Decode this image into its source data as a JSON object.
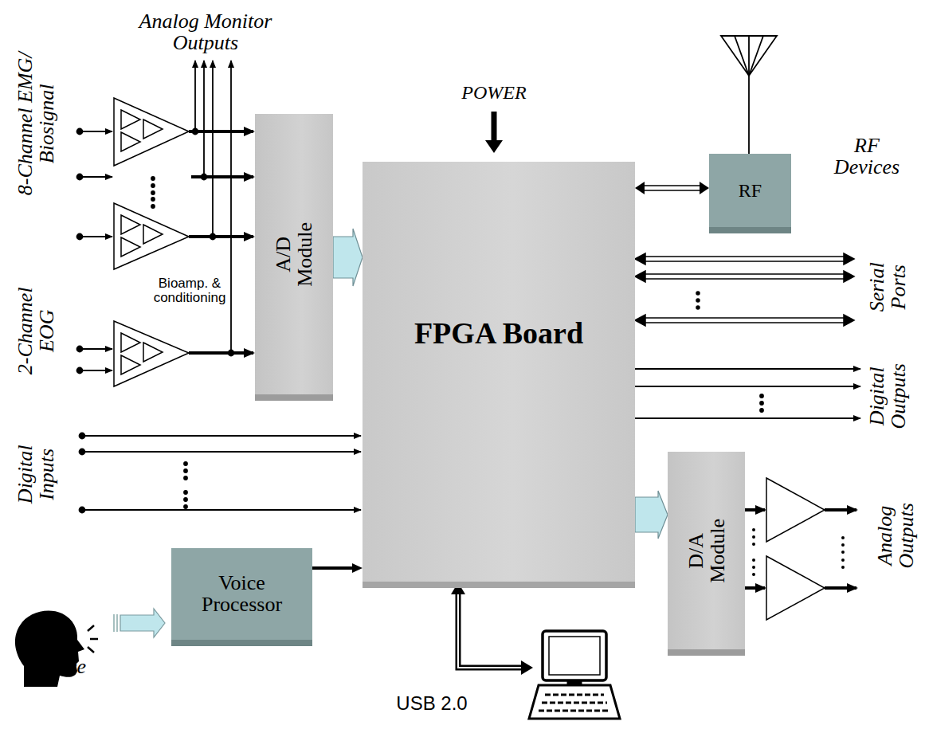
{
  "diagram": {
    "nodes": [
      {
        "text": [
          "A/D Module"
        ]
      },
      {
        "text": [
          "FPGA Board"
        ]
      },
      {
        "text": [
          "RF"
        ]
      },
      {
        "text": [
          "D/A Module"
        ]
      },
      {
        "text": [
          "Voice Processor"
        ]
      }
    ],
    "edges": [
      {
        "from": 0,
        "to": 1,
        "arrow": "to"
      },
      {
        "from": 1,
        "to": 2,
        "arrow": "both"
      },
      {
        "from": 4,
        "to": 1,
        "arrow": "to"
      },
      {
        "from": 1,
        "to": 3,
        "arrow": "to"
      }
    ],
    "labels": [
      "Analog Monitor Outputs",
      "POWER",
      "RF Devices",
      "8-Channel EMG/ Biosignal",
      "Bioamp. & conditioning",
      "2-Channel EOG",
      "Serial Ports",
      "Digital Outputs",
      "Digital Inputs",
      "Analog Outputs",
      "Voice",
      "USB 2.0"
    ]
  }
}
